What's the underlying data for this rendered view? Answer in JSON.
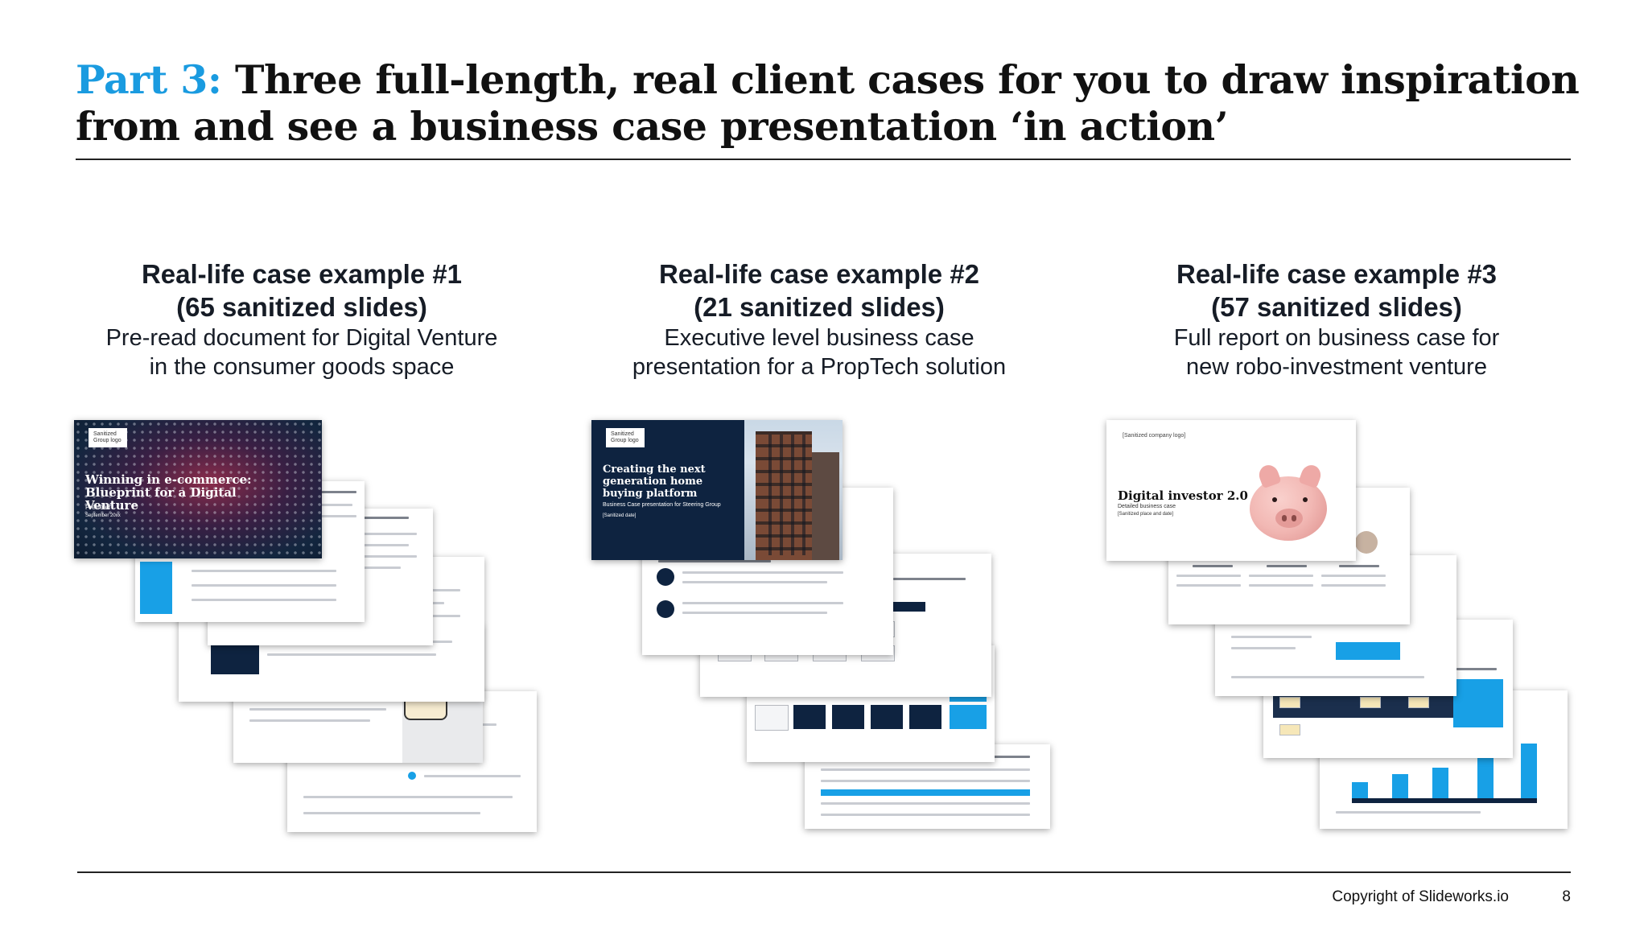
{
  "title": {
    "accent": "Part 3:",
    "text": " Three full-length, real client cases for you to draw inspiration from and see a business case presentation ‘in action’"
  },
  "cases": [
    {
      "heading_line1": "Real-life case example #1",
      "heading_line2": "(65 sanitized slides)",
      "desc_line1": "Pre-read document for Digital Venture",
      "desc_line2": "in the consumer goods space",
      "cover_logo": "Sanitized Group logo",
      "cover_title": "Winning in e-commerce: Blueprint for a Digital Venture",
      "cover_sub1": "Pre-read",
      "cover_sub2": "September 20xx"
    },
    {
      "heading_line1": "Real-life case example #2",
      "heading_line2": "(21 sanitized slides)",
      "desc_line1": "Executive level business case",
      "desc_line2": "presentation for a PropTech solution",
      "cover_logo": "Sanitized Group logo",
      "cover_title": "Creating the next generation home buying platform",
      "cover_sub1": "Business Case presentation for Steering Group",
      "cover_sub2": "[Sanitized date]"
    },
    {
      "heading_line1": "Real-life case example #3",
      "heading_line2": "(57 sanitized slides)",
      "desc_line1": "Full report on business case for",
      "desc_line2": "new robo-investment venture",
      "cover_logo": "[Sanitized company logo]",
      "cover_title": "Digital investor 2.0",
      "cover_sub1": "Detailed business case",
      "cover_sub2": "[Sanitized place and date]"
    }
  ],
  "footer": {
    "copyright": "Copyright of Slideworks.io",
    "page": "8"
  },
  "colors": {
    "accent": "#1a9be0",
    "navy": "#0e2340",
    "bright_blue": "#18a0e6",
    "pig_pink": "#f2b8b4"
  }
}
